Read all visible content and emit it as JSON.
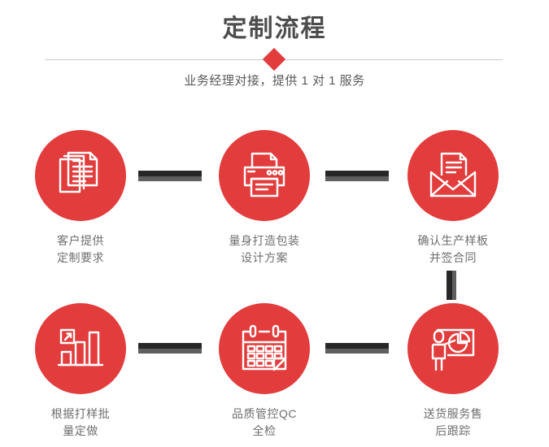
{
  "header": {
    "title": "定制流程",
    "subtitle": "业务经理对接，提供 1 对 1 服务",
    "accent_color": "#e23c3c",
    "divider_color": "#c9c9c9",
    "title_color": "#4d4d4d",
    "subtitle_color": "#585858",
    "diamond_icon": "diamond-marker"
  },
  "flow": {
    "connector_dark_color": "#272727",
    "connector_light_color": "#5f5f5f",
    "steps": [
      {
        "index": 1,
        "icon": "documents-stack-icon",
        "caption": "客户提供\n定制要求",
        "caption_line1": "客户提供",
        "caption_line2": "定制要求"
      },
      {
        "index": 2,
        "icon": "printer-icon",
        "caption": "量身打造包装\n设计方案",
        "caption_line1": "量身打造包装",
        "caption_line2": "设计方案"
      },
      {
        "index": 3,
        "icon": "envelope-letter-icon",
        "caption": "确认生产样板\n并签合同",
        "caption_line1": "确认生产样板",
        "caption_line2": "并签合同"
      },
      {
        "index": 4,
        "icon": "bar-chart-growth-icon",
        "caption": "根据打样批\n量定做",
        "caption_line1": "根据打样批",
        "caption_line2": "量定做"
      },
      {
        "index": 5,
        "icon": "calendar-check-icon",
        "caption": "品质管控QC\n全检",
        "caption_line1": "品质管控QC",
        "caption_line2": "全检"
      },
      {
        "index": 6,
        "icon": "presenter-chart-icon",
        "caption": "送货服务售\n后跟踪",
        "caption_line1": "送货服务售",
        "caption_line2": "后跟踪"
      }
    ],
    "connectors": [
      {
        "name": "connector-step1-step2",
        "orientation": "horizontal"
      },
      {
        "name": "connector-step2-step3",
        "orientation": "horizontal"
      },
      {
        "name": "connector-step3-step6",
        "orientation": "vertical"
      },
      {
        "name": "connector-step4-step5",
        "orientation": "horizontal"
      },
      {
        "name": "connector-step5-step6",
        "orientation": "horizontal"
      }
    ]
  }
}
